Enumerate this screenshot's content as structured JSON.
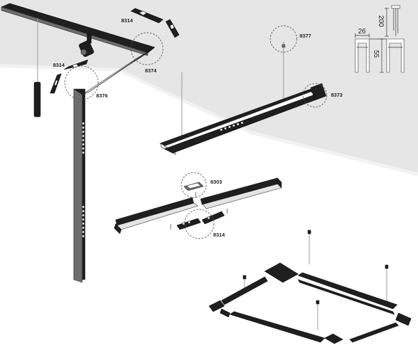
{
  "labels": {
    "spot_connector_top": "8314",
    "spot_connector_left": "8314",
    "corner_connector": "8374",
    "corner_connector_outer": "8376",
    "suspension_detail": "8377",
    "end_cap": "8373",
    "straight_joiner": "8303",
    "power_feed": "8314"
  },
  "dimensions": {
    "suspension_length": "200",
    "profile_width": "26",
    "profile_height": "55"
  },
  "colors": {
    "profile": "#1f1f1f",
    "diffuser": "#e4e4e4",
    "ceiling_shade": "#e6e6e6"
  }
}
